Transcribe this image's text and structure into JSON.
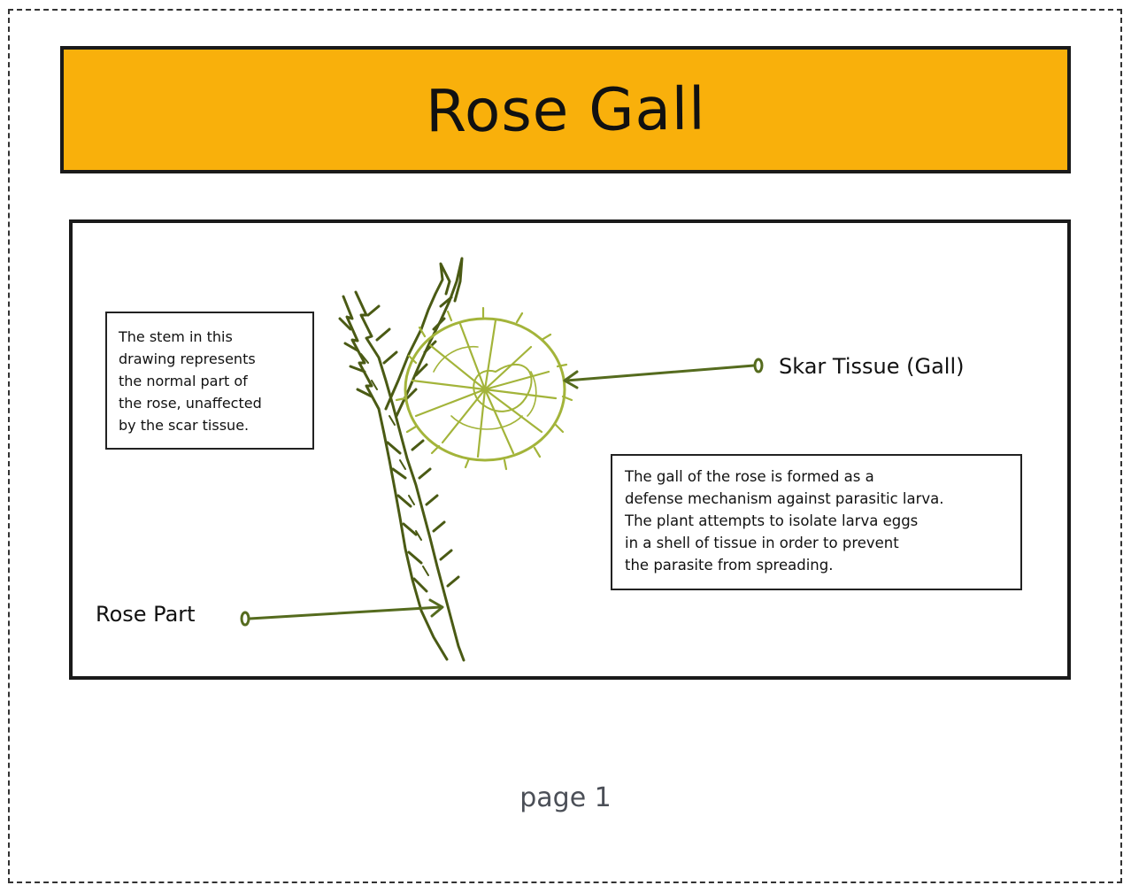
{
  "title": "Rose Gall",
  "notes": {
    "stem_lines": [
      "The stem in this",
      "drawing represents",
      "the normal part of",
      "the rose, unaffected",
      "by the scar tissue."
    ],
    "gall_lines": [
      "The gall of the rose is formed as a",
      "defense mechanism against parasitic larva.",
      "The plant attempts to isolate larva eggs",
      "in a shell of tissue in order to prevent",
      "the parasite from spreading."
    ]
  },
  "labels": {
    "gall": "Skar Tissue (Gall)",
    "rose_part": "Rose Part"
  },
  "footer": {
    "page": "page 1"
  },
  "colors": {
    "banner": "#f9b00b",
    "stem": "#4a5a14",
    "gall": "#a3b43a",
    "arrow": "#556b1e",
    "page_number": "#4b4f57"
  }
}
